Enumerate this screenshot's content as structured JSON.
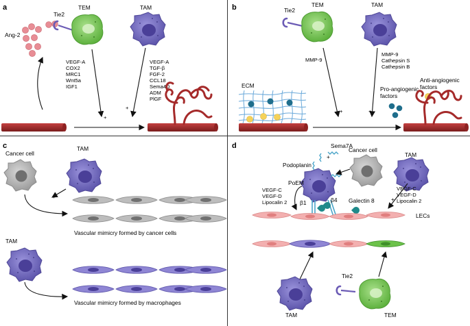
{
  "panels": {
    "a": {
      "letter": "a",
      "tem_label": "TEM",
      "tam_label": "TAM",
      "tie2_label": "Tie2",
      "ang2_label": "Ang-2",
      "tem_factors": [
        "VEGF-A",
        "COX2",
        "MRC1",
        "Wnt5a",
        "IGF1"
      ],
      "tam_factors": [
        "VEGF-A",
        "TGF-β",
        "FGF-2",
        "CCL18",
        "Sema4D",
        "ADM",
        "PlGF"
      ],
      "plus": "+"
    },
    "b": {
      "letter": "b",
      "tie2_label": "Tie2",
      "tem_label": "TEM",
      "tam_label": "TAM",
      "tem_factors": [
        "MMP-9"
      ],
      "tam_factors": [
        "MMP-9",
        "Cathepsin S",
        "Cathepsin B"
      ],
      "ecm_label": "ECM",
      "anti_label": [
        "Anti-angiogenic",
        "factors"
      ],
      "pro_label": [
        "Pro-angiogenic",
        "factors"
      ],
      "plus": "+"
    },
    "c": {
      "letter": "c",
      "cancer_label": "Cancer cell",
      "tam_label_top": "TAM",
      "tam_label_bottom": "TAM",
      "vm_cancer_label": "Vascular mimicry formed by cancer cells",
      "vm_macro_label": "Vascular mimicry formed by macrophages",
      "plus": "+"
    },
    "d": {
      "letter": "d",
      "sema_label": "Sema7A",
      "cancer_label": "Cancer cell",
      "tam_label_top": "TAM",
      "podoplanin_label": "Podoplanin",
      "poem_label": "PoEM",
      "left_factors": [
        "VEGF-C",
        "VEGF-D",
        "Lipocalin 2"
      ],
      "b1_label": "β1",
      "b4_label": "β4",
      "galectin_label": "Galectin 8",
      "right_factors": [
        "VEGF-C",
        "VEGF-D",
        "Lipocalin 2"
      ],
      "lecs_label": "LECs",
      "tam_label_bottom": "TAM",
      "tie2_label": "Tie2",
      "tem_label": "TEM",
      "plus": "+"
    }
  },
  "colors": {
    "tem_green": "#7cc95a",
    "tam_purple": "#7b72c4",
    "vessel_red": "#a52a2a",
    "ang2_pink": "#e88d95",
    "cancer_gray": "#b5b5b5",
    "lec_pink": "#f2a7a7",
    "ecm_blue": "#5aa0d8",
    "factor_teal": "#1f6e8c",
    "factor_yellow": "#f5d25a"
  }
}
